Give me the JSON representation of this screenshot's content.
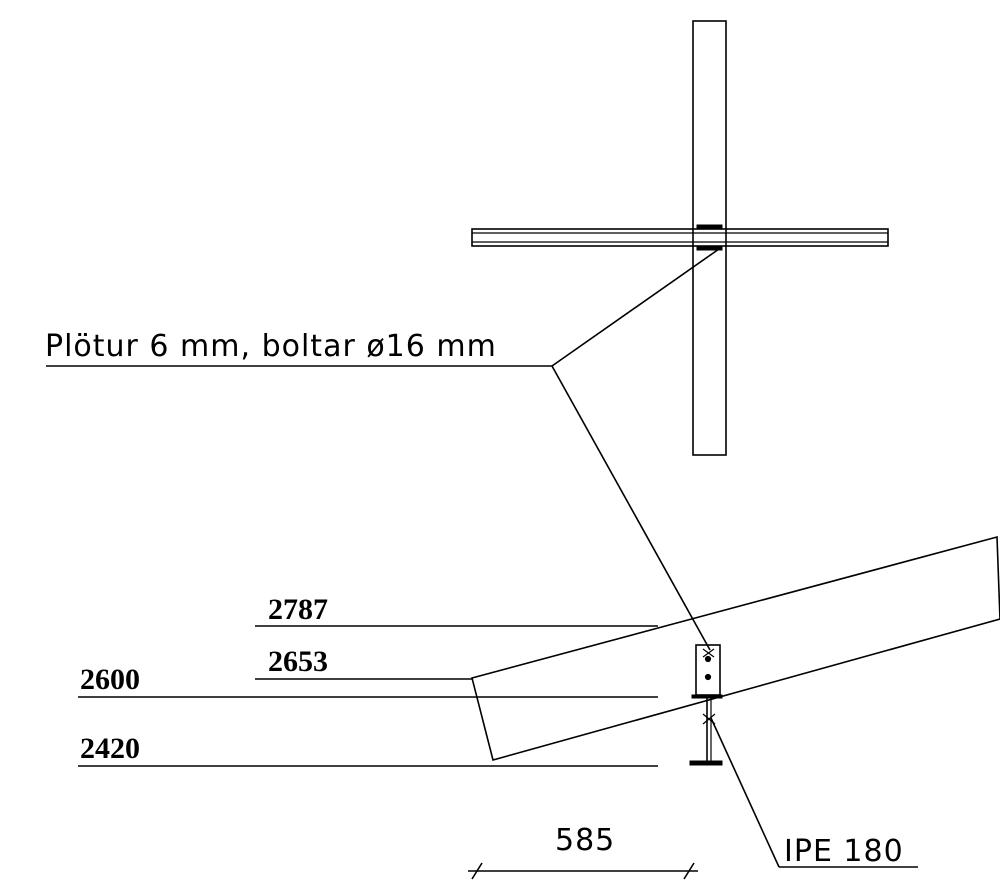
{
  "annotations": {
    "plate_note": "Plötur 6 mm, boltar ø16 mm",
    "beam_note": "IPE 180",
    "dimension_585": "585"
  },
  "levels": {
    "l2787": "2787",
    "l2653": "2653",
    "l2600": "2600",
    "l2420": "2420"
  }
}
